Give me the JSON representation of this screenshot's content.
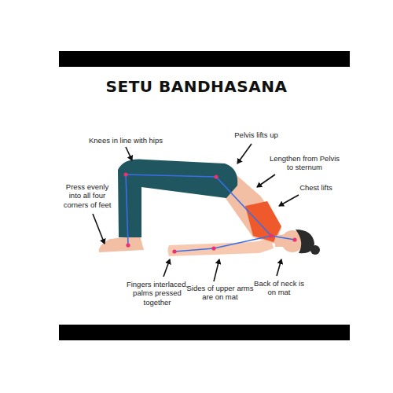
{
  "diagram": {
    "title": "SETU BANDHASANA",
    "labels": [
      "Knees in line with hips",
      "Pelvis lifts up",
      "Lengthen from Pelvis to sternum",
      "Chest lifts",
      "Press evenly into all four corners of feet",
      "Fingers interlaced, palms pressed together",
      "Sides of upper arms are on mat",
      "Back of neck is on mat"
    ]
  }
}
